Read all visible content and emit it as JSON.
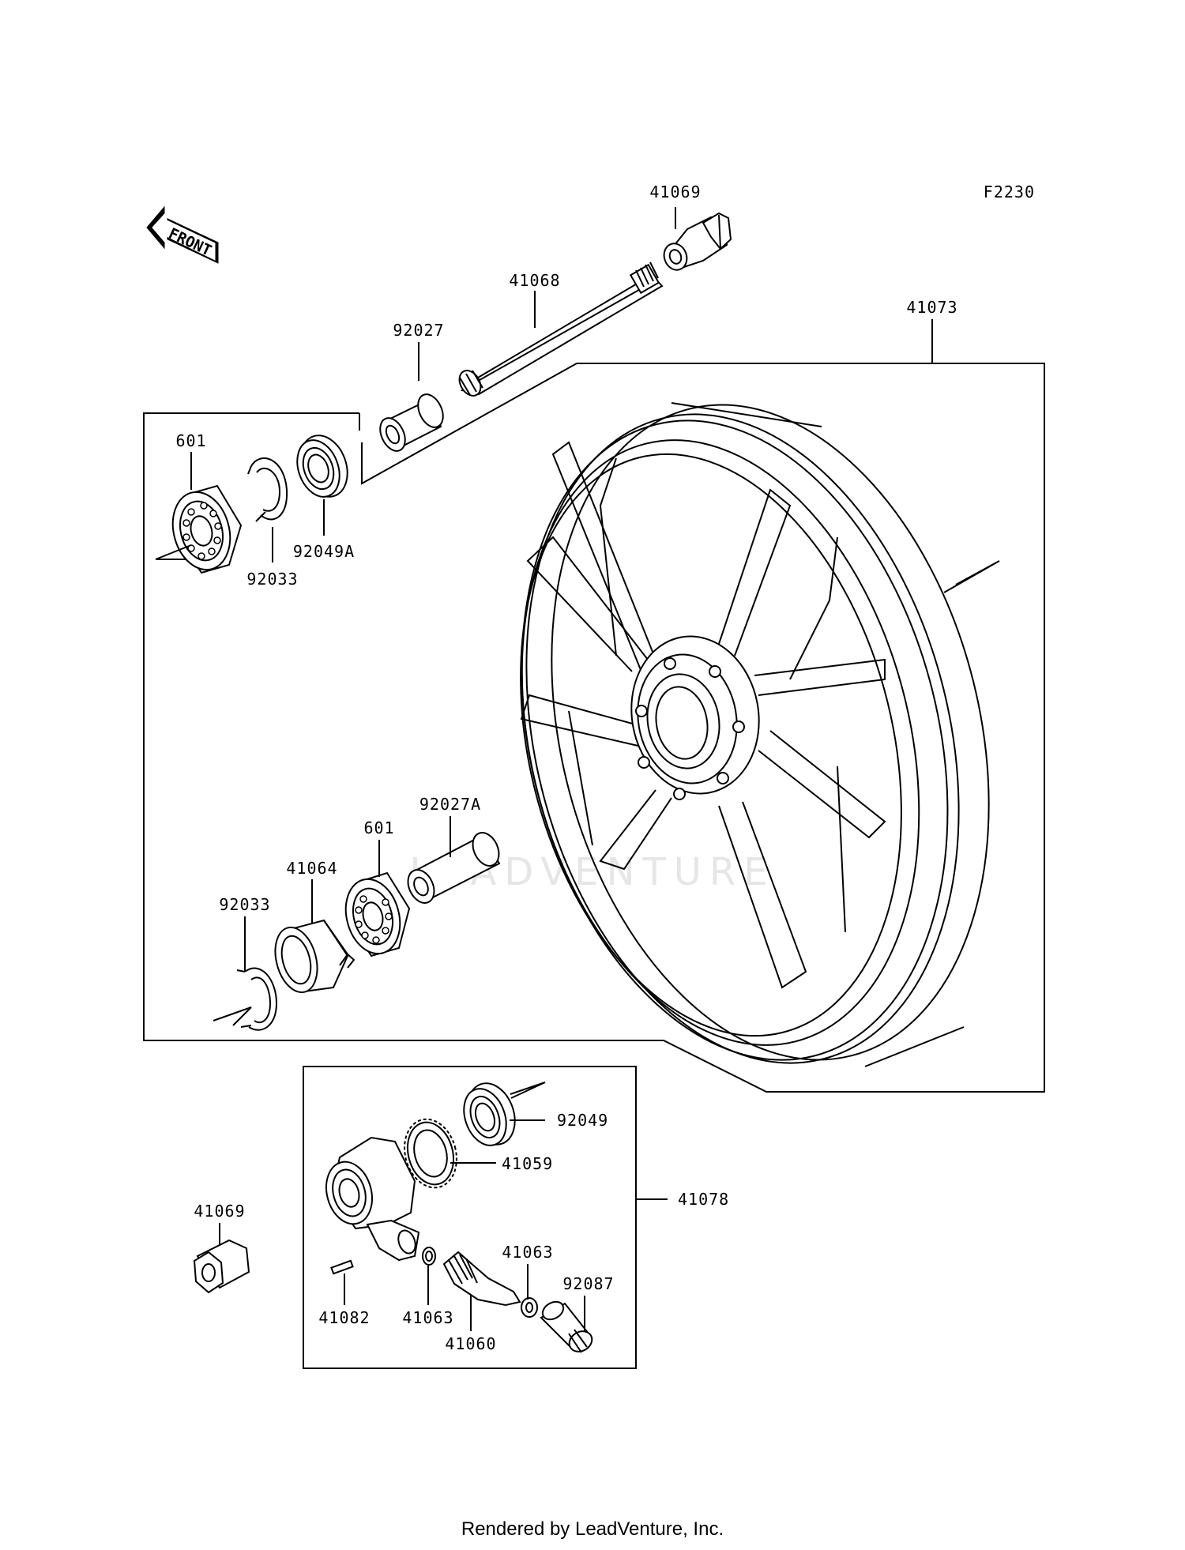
{
  "diagram_code": "F2230",
  "front_label": "FRONT",
  "watermark": "LEADVENTURE",
  "footer": "Rendered by LeadVenture, Inc.",
  "parts": {
    "collar_nut_top": "41069",
    "axle": "41068",
    "wheel_assy": "41073",
    "collar_left": "92027",
    "bearing_left": "601",
    "circlip_left": "92033",
    "oil_seal_left": "92049A",
    "collar_right": "92027A",
    "bearing_right": "601",
    "hub_cover": "41064",
    "circlip_right": "92033",
    "oil_seal_meter": "92049",
    "meter_drive_gear": "41059",
    "meter_gear_assy": "41078",
    "axle_nut": "41069",
    "washer_a": "41063",
    "pin": "41082",
    "washer_b": "41063",
    "pinion_shaft": "41060",
    "bushing": "92087"
  }
}
